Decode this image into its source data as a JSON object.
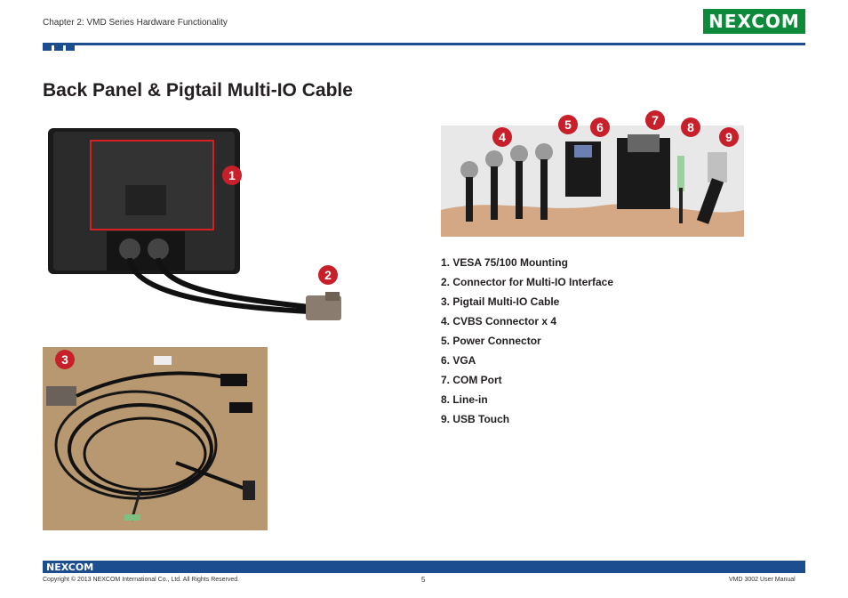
{
  "header": {
    "chapter": "Chapter 2: VMD Series Hardware Functionality",
    "logo_text": "NEXCOM"
  },
  "page_title": "Back Panel & Pigtail Multi-IO Cable",
  "badges": [
    "1",
    "2",
    "3",
    "4",
    "5",
    "6",
    "7",
    "8",
    "9"
  ],
  "items": [
    "1. VESA 75/100 Mounting",
    "2. Connector for Multi-IO Interface",
    "3. Pigtail Multi-IO Cable",
    "4. CVBS Connector x 4",
    "5. Power Connector",
    "6. VGA",
    "7. COM Port",
    "8. Line-in",
    "9. USB Touch"
  ],
  "footer": {
    "logo_text": "NEXCOM",
    "copyright": "Copyright © 2013 NEXCOM International Co., Ltd. All Rights Reserved.",
    "page_number": "5",
    "manual": "VMD 3002 User Manual"
  },
  "colors": {
    "brand_blue": "#1c4e8f",
    "brand_green": "#0d8a3a",
    "badge_red": "#c8202b"
  }
}
